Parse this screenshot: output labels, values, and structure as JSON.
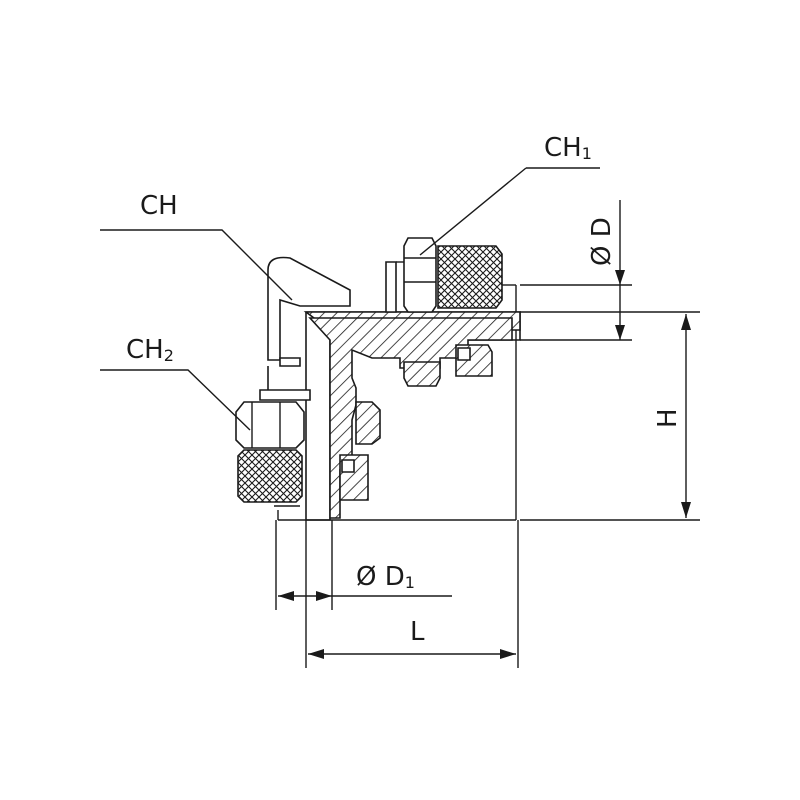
{
  "diagram": {
    "labels": {
      "ch": "CH",
      "ch1_main": "CH",
      "ch1_sub": "1",
      "ch2_main": "CH",
      "ch2_sub": "2",
      "d": "Ø D",
      "d1_main": "Ø D",
      "d1_sub": "1",
      "l": "L",
      "h": "H"
    }
  }
}
